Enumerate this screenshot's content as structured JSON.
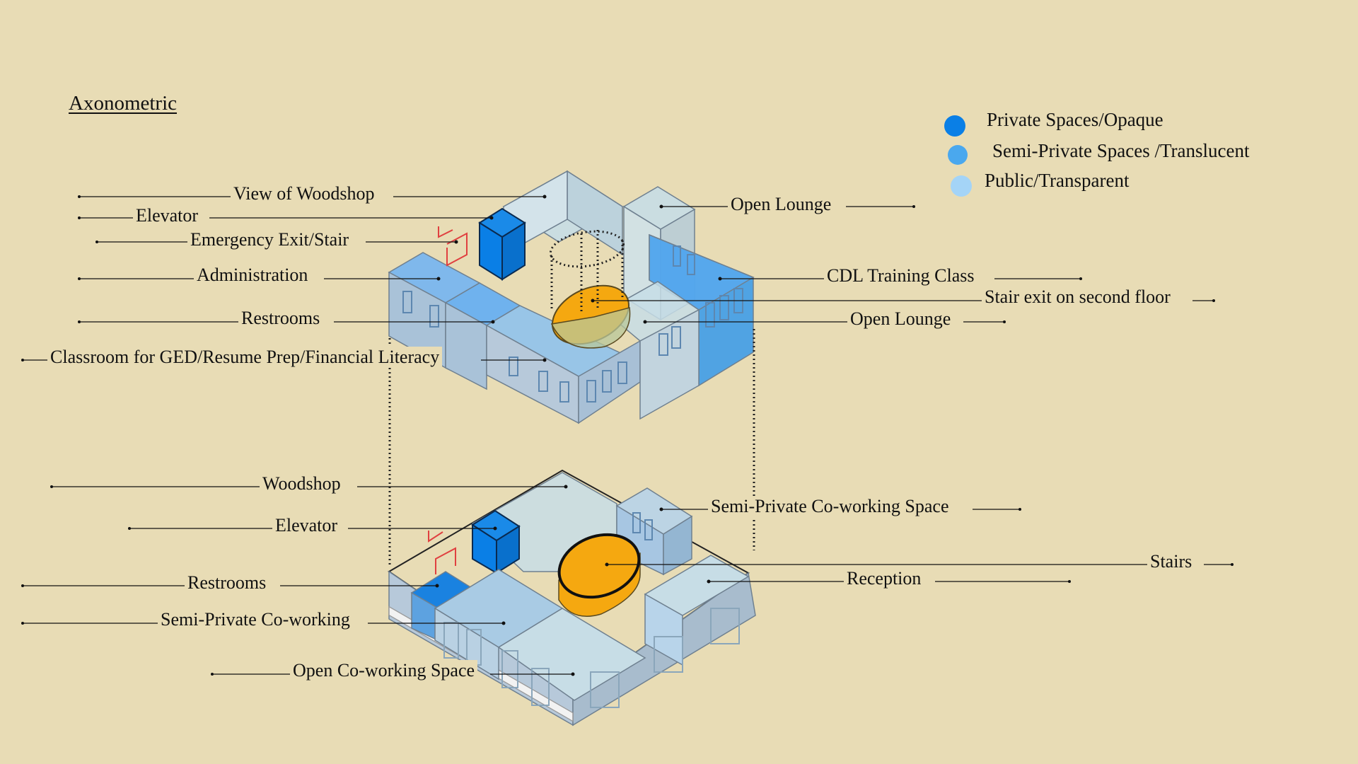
{
  "title": "Axonometric",
  "legend": [
    {
      "label": "Private Spaces/Opaque",
      "color": "#0a7fe6"
    },
    {
      "label": "Semi-Private Spaces /Translucent",
      "color": "#4aa8ee"
    },
    {
      "label": "Public/Transparent",
      "color": "#a4d4f7"
    }
  ],
  "upper_floor_labels": [
    "View of Woodshop",
    "Elevator",
    "Emergency Exit/Stair",
    "Administration",
    "Restrooms",
    "Classroom for GED/Resume Prep/Financial Literacy",
    "Open Lounge",
    "CDL Training Class",
    "Stair exit on second floor",
    "Open Lounge"
  ],
  "ground_floor_labels": [
    "Woodshop",
    "Elevator",
    "Restrooms",
    "Semi-Private Co-working",
    "Open Co-working Space",
    "Semi-Private Co-working Space",
    "Stairs",
    "Reception"
  ]
}
